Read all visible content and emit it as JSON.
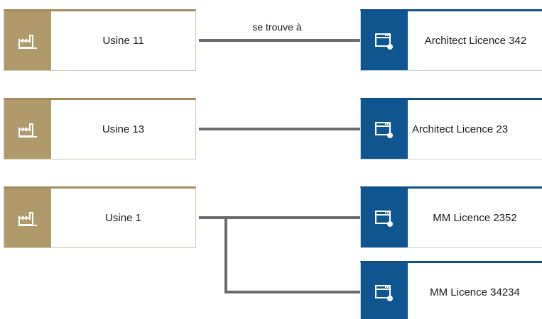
{
  "nodes": {
    "usine_11": {
      "label": "Usine 11",
      "icon": "factory-icon"
    },
    "usine_13": {
      "label": "Usine 13",
      "icon": "factory-icon"
    },
    "usine_1": {
      "label": "Usine 1",
      "icon": "factory-icon"
    },
    "licence_342": {
      "label": "Architect Licence 342",
      "icon": "application-window-icon"
    },
    "licence_23": {
      "label": "Architect Licence 23",
      "icon": "application-window-icon"
    },
    "licence_2352": {
      "label": "MM Licence 2352",
      "icon": "application-window-icon"
    },
    "licence_34234": {
      "label": "MM Licence 34234",
      "icon": "application-window-icon"
    }
  },
  "edges": {
    "relation_label": "se trouve à"
  },
  "colors": {
    "usine_accent": "#b09a6c",
    "licence_accent": "#0f5590",
    "connector": "#6b6b6b"
  }
}
